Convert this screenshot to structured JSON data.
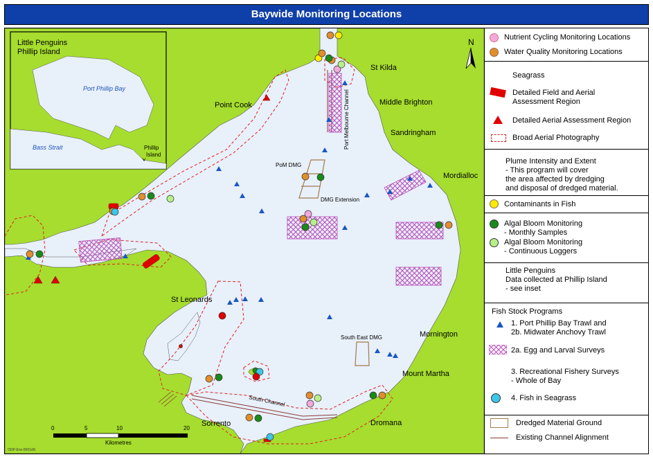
{
  "title": "Baywide Monitoring Locations",
  "inset": {
    "title": "Little Penguins\nPhillip Island",
    "title_line1": "Little Penguins",
    "title_line2": "Phillip Island",
    "bay_label": "Port Phillip Bay",
    "strait_label": "Bass Strait",
    "island_label_1": "Phillip",
    "island_label_2": "Island"
  },
  "place_labels": {
    "st_kilda": "St Kilda",
    "middle_brighton": "Middle Brighton",
    "sandringham": "Sandringham",
    "mordialloc": "Mordialloc",
    "point_cook": "Point Cook",
    "st_leonards": "St Leonards",
    "mornington": "Mornington",
    "mount_martha": "Mount Martha",
    "sorrento": "Sorrento",
    "dromana": "Dromana",
    "pom_dmg": "PoM DMG",
    "dmg_extension": "DMG Extension",
    "south_east_dmg": "South East DMG",
    "south_channel": "South Channel",
    "port_melbourne_channel": "Port Melbourne Channel",
    "north": "N",
    "doc_id": "ODP-Env-0001dG"
  },
  "scale_bar": {
    "ticks": [
      "0",
      "5",
      "10",
      "20"
    ],
    "unit": "Kilometres"
  },
  "legend": {
    "nutrient": "Nutrient Cycling Monitoring Locations",
    "water_quality": "Water Quality Monitoring Locations",
    "seagrass_header": "Seagrass",
    "seagrass_field": "Detailed Field and Aerial\nAssessment Region",
    "seagrass_aerial": "Detailed Aerial Assessment Region",
    "seagrass_broad": "Broad Aerial Photography",
    "plume": "Plume Intensity and Extent\n - This program will cover\n   the area affected by dredging\n   and disposal of dredged material.",
    "contaminants": "Contaminants in Fish",
    "algal_monthly": "Algal Bloom Monitoring\n      - Monthly Samples",
    "algal_continuous": "Algal Bloom Monitoring\n      - Continuous Loggers",
    "penguins": "Little Penguins\nData collected at Phillip Island\n- see inset",
    "fish_header": "Fish Stock Programs",
    "fish_trawl": "1. Port Phillip Bay Trawl and\n2b. Midwater Anchovy Trawl",
    "fish_egg": "2a. Egg and Larval Surveys",
    "fish_recreational": "3. Recreational Fishery Surveys\n    - Whole of Bay",
    "fish_seagrass": "4. Fish in Seagrass",
    "dredged_ground": "Dredged Material Ground",
    "channel_alignment": "Existing Channel Alignment"
  },
  "colors": {
    "land": "#a6dd2e",
    "water": "#e8f0fa",
    "title_bg": "#0f3fa8",
    "nutrient": "#f3a8de",
    "water_quality": "#e08e2e",
    "contaminants": "#ffea00",
    "algal_monthly": "#1a8a1a",
    "algal_continuous": "#b8f088",
    "fish_seagrass": "#3ec6e8",
    "trawl": "#1757c4",
    "seagrass_red": "#e00000",
    "egg_hatch": "#b84ab8",
    "dmg": "#a07a4a"
  }
}
